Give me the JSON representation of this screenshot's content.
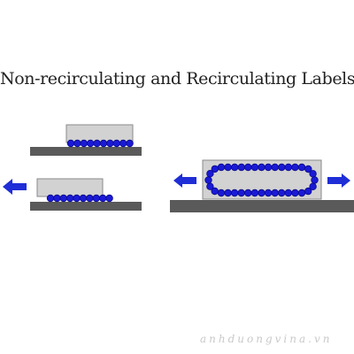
{
  "title": "Non-recirculating and Recirculating Labels",
  "watermark": "anhduongvina.vn",
  "colors": {
    "ball": "#1a1ad6",
    "ball_stroke": "#0a0a8a",
    "arrow": "#1f2ed6",
    "rail": "#5a5a5a",
    "carriage": "#d2d2d2",
    "carriage_stroke": "#8a8a8a",
    "text": "#222222",
    "watermark": "#c9c9c9"
  },
  "diagrams": [
    {
      "name": "non-recirculating-top",
      "arrows": []
    },
    {
      "name": "non-recirculating-bottom",
      "arrows": [
        "left-arrow-icon"
      ]
    },
    {
      "name": "recirculating",
      "arrows": [
        "left-arrow-icon",
        "right-arrow-icon"
      ]
    }
  ]
}
